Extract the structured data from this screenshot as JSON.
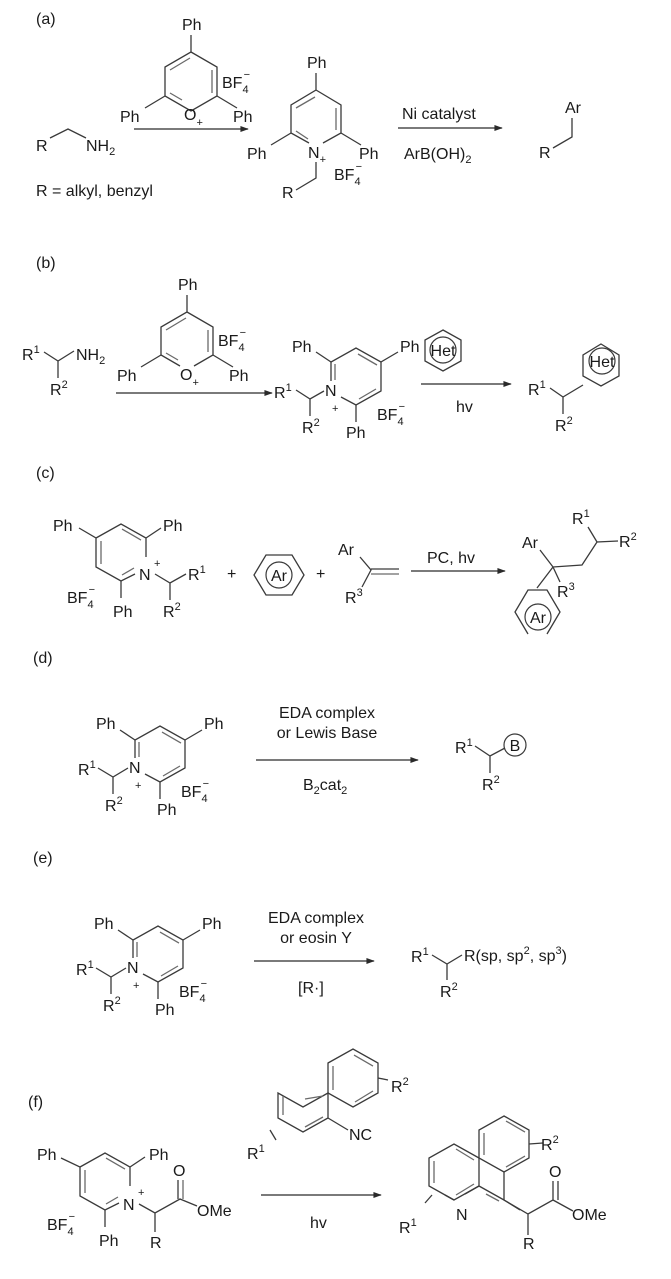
{
  "figure": {
    "panels": [
      {
        "id": "a",
        "label": "(a)",
        "reagent_pyrylium": {
          "top": "Ph",
          "left": "Ph",
          "right": "Ph",
          "hetero": "O",
          "charge": "+",
          "counterion": "BF",
          "counterion_sub": "4",
          "counterion_charge": "−"
        },
        "substrate": {
          "r": "R",
          "amine": "NH",
          "amine_sub": "2"
        },
        "note": "R = alkyl, benzyl",
        "intermediate": {
          "top": "Ph",
          "left": "Ph",
          "right": "Ph",
          "hetero": "N",
          "charge": "+",
          "counterion": "BF",
          "counterion_sub": "4",
          "counterion_charge": "−",
          "r": "R"
        },
        "conditions_above": "Ni catalyst",
        "conditions_below": "ArB(OH)",
        "conditions_below_sub": "2",
        "product": {
          "ar": "Ar",
          "r": "R"
        }
      },
      {
        "id": "b",
        "label": "(b)",
        "reagent_pyrylium": {
          "top": "Ph",
          "left": "Ph",
          "right": "Ph",
          "hetero": "O",
          "charge": "+",
          "counterion": "BF",
          "counterion_sub": "4",
          "counterion_charge": "−"
        },
        "substrate": {
          "r1": "R",
          "r1_sup": "1",
          "r2": "R",
          "r2_sup": "2",
          "amine": "NH",
          "amine_sub": "2"
        },
        "intermediate": {
          "ph_a": "Ph",
          "ph_b": "Ph",
          "ph_c": "Ph",
          "hetero": "N",
          "charge": "+",
          "counterion": "BF",
          "counterion_sub": "4",
          "counterion_charge": "−",
          "r1": "R",
          "r1_sup": "1",
          "r2": "R",
          "r2_sup": "2"
        },
        "reagent_ring": "Het",
        "conditions_below": "hv",
        "product": {
          "r1": "R",
          "r1_sup": "1",
          "r2": "R",
          "r2_sup": "2",
          "ring": "Het"
        }
      },
      {
        "id": "c",
        "label": "(c)",
        "pyridinium": {
          "ph_a": "Ph",
          "ph_b": "Ph",
          "ph_c": "Ph",
          "hetero": "N",
          "charge": "+",
          "counterion": "BF",
          "counterion_sub": "4",
          "counterion_charge": "−",
          "r1": "R",
          "r1_sup": "1",
          "r2": "R",
          "r2_sup": "2"
        },
        "plus": "+",
        "arene": "Ar",
        "alkene": {
          "ar": "Ar",
          "r3": "R",
          "r3_sup": "3"
        },
        "conditions_above": "PC, hv",
        "product": {
          "ar": "Ar",
          "ring": "Ar",
          "r1": "R",
          "r1_sup": "1",
          "r2": "R",
          "r2_sup": "2",
          "r3": "R",
          "r3_sup": "3"
        }
      },
      {
        "id": "d",
        "label": "(d)",
        "pyridinium": {
          "ph_a": "Ph",
          "ph_b": "Ph",
          "ph_c": "Ph",
          "hetero": "N",
          "charge": "+",
          "counterion": "BF",
          "counterion_sub": "4",
          "counterion_charge": "−",
          "r1": "R",
          "r1_sup": "1",
          "r2": "R",
          "r2_sup": "2"
        },
        "conditions_above_1": "EDA complex",
        "conditions_above_2": "or Lewis Base",
        "conditions_below": "B",
        "conditions_below_sub1": "2",
        "conditions_below_mid": "cat",
        "conditions_below_sub2": "2",
        "product": {
          "r1": "R",
          "r1_sup": "1",
          "r2": "R",
          "r2_sup": "2",
          "boron": "B"
        }
      },
      {
        "id": "e",
        "label": "(e)",
        "pyridinium": {
          "ph_a": "Ph",
          "ph_b": "Ph",
          "ph_c": "Ph",
          "hetero": "N",
          "charge": "+",
          "counterion": "BF",
          "counterion_sub": "4",
          "counterion_charge": "−",
          "r1": "R",
          "r1_sup": "1",
          "r2": "R",
          "r2_sup": "2"
        },
        "conditions_above_1": "EDA complex",
        "conditions_above_2": "or eosin Y",
        "conditions_below": "[R·]",
        "product": {
          "r1": "R",
          "r1_sup": "1",
          "r2": "R",
          "r2_sup": "2",
          "r_text": "R(sp, sp",
          "r_sup_a": "2",
          "r_mid": ", sp",
          "r_sup_b": "3",
          "r_end": ")"
        }
      },
      {
        "id": "f",
        "label": "(f)",
        "pyridinium": {
          "ph_a": "Ph",
          "ph_b": "Ph",
          "ph_c": "Ph",
          "hetero": "N",
          "charge": "+",
          "counterion": "BF",
          "counterion_sub": "4",
          "counterion_charge": "−",
          "carbonyl_o": "O",
          "ester": "OMe",
          "r": "R"
        },
        "isocyanide": {
          "r1": "R",
          "r1_sup": "1",
          "r2": "R",
          "r2_sup": "2",
          "nc": "NC"
        },
        "conditions_below": "hv",
        "product": {
          "r1": "R",
          "r1_sup": "1",
          "r2": "R",
          "r2_sup": "2",
          "n": "N",
          "carbonyl_o": "O",
          "ester": "OMe",
          "r": "R"
        }
      }
    ]
  }
}
